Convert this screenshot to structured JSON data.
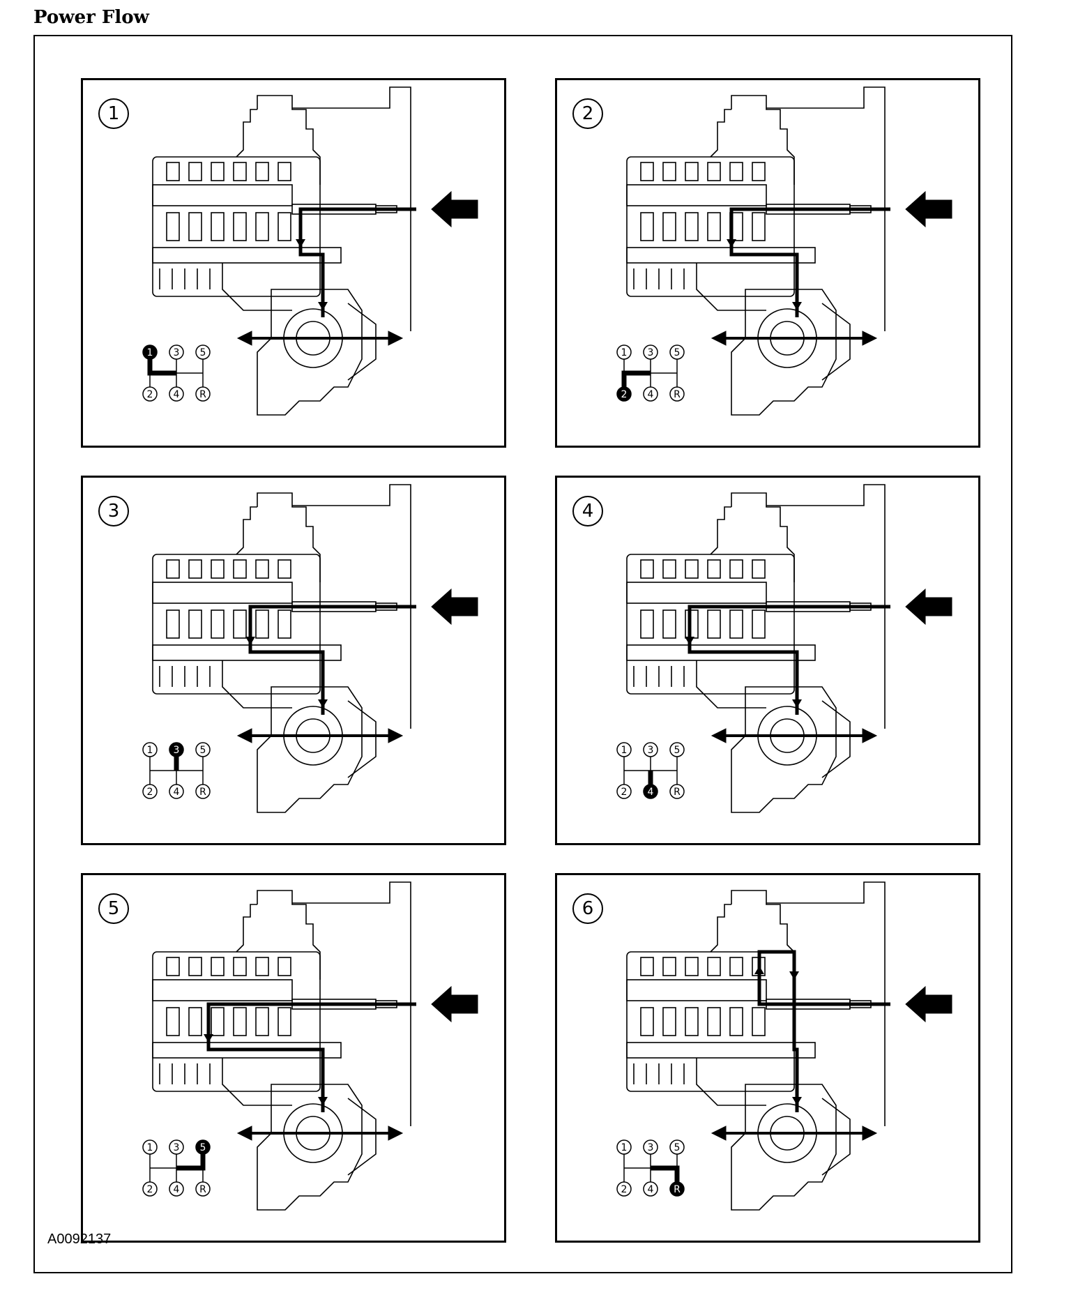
{
  "heading": "Power Flow",
  "figure_id": "A0092137",
  "panels": [
    {
      "number": "1",
      "selected_gear": "1"
    },
    {
      "number": "2",
      "selected_gear": "2"
    },
    {
      "number": "3",
      "selected_gear": "3"
    },
    {
      "number": "4",
      "selected_gear": "4"
    },
    {
      "number": "5",
      "selected_gear": "5"
    },
    {
      "number": "6",
      "selected_gear": "R"
    }
  ],
  "shift_pattern": {
    "top_row": [
      "1",
      "3",
      "5"
    ],
    "bottom_row": [
      "2",
      "4",
      "R"
    ]
  }
}
